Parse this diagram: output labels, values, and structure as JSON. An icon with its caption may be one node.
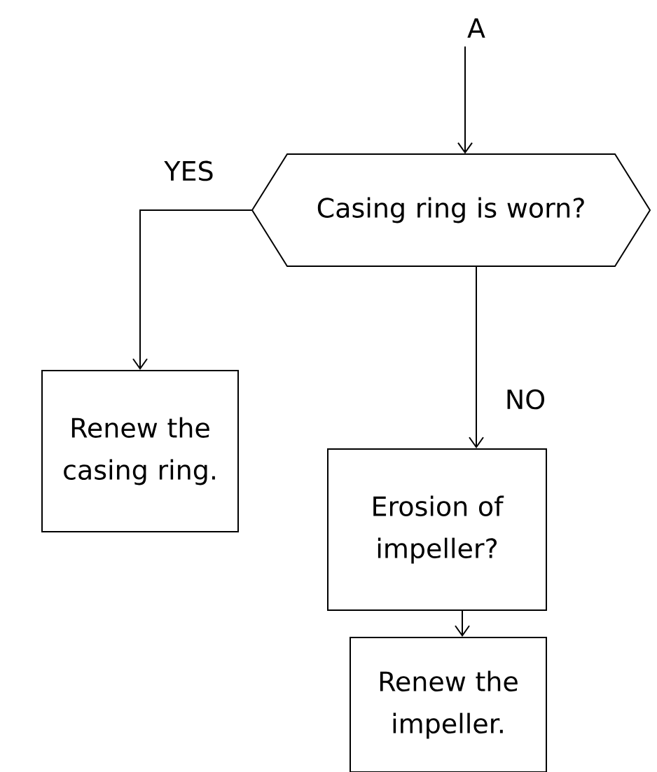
{
  "diagram": {
    "nodes": [
      {
        "text": [
          "A"
        ]
      },
      {
        "text": [
          "Casing ring is worn?"
        ]
      },
      {
        "text": [
          "Renew the casing ring."
        ]
      },
      {
        "text": [
          "Erosion of impeller?"
        ]
      },
      {
        "text": [
          "Renew the impeller."
        ]
      }
    ],
    "edges": [
      {
        "from": 0,
        "to": 1,
        "arrow": "to"
      },
      {
        "from": 1,
        "to": 2,
        "arrow": "to",
        "label": "YES"
      },
      {
        "from": 1,
        "to": 3,
        "arrow": "to",
        "label": "NO"
      },
      {
        "from": 3,
        "to": 4,
        "arrow": "to"
      }
    ]
  }
}
